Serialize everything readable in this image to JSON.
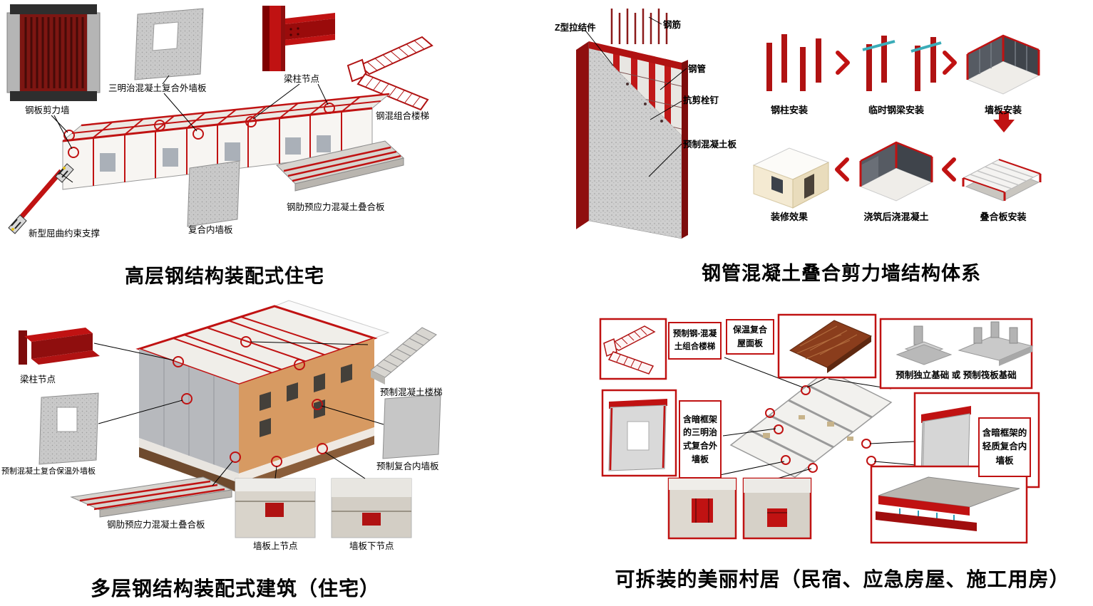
{
  "colors": {
    "accent_red": "#c01212",
    "dark_red": "#8f0e0e",
    "concrete_gray": "#c9c9c9",
    "title_black": "#000000"
  },
  "top_left": {
    "title": "高层钢结构装配式住宅",
    "labels": {
      "steel_plate_shear_wall": "钢板剪力墙",
      "sandwich_wall_panel": "三明治混凝土复合外墙板",
      "beam_column_joint": "梁柱节点",
      "stair": "钢混组合楼梯",
      "composite_slab": "钢肋预应力混凝土叠合板",
      "interior_wall_panel": "复合内墙板",
      "brace": "新型屈曲约束支撑"
    }
  },
  "top_right": {
    "title": "钢管混凝土叠合剪力墙结构体系",
    "wall_labels": {
      "z_tie": "Z型拉结件",
      "rebar": "钢筋",
      "steel_tube": "钢管",
      "shear_stud": "抗剪栓钉",
      "precast_panel": "预制混凝土板"
    },
    "steps": [
      {
        "label": "钢柱安装"
      },
      {
        "label": "临时钢梁安装"
      },
      {
        "label": "墙板安装"
      },
      {
        "label": "叠合板安装"
      },
      {
        "label": "浇筑后浇混凝土"
      },
      {
        "label": "装修效果"
      }
    ]
  },
  "bottom_left": {
    "title": "多层钢结构装配式建筑（住宅）",
    "labels": {
      "beam_column_joint": "梁柱节点",
      "exterior_wall_panel": "预制混凝土复合保温外墙板",
      "composite_slab": "钢肋预应力混凝土叠合板",
      "stair": "预制混凝土楼梯",
      "interior_wall_panel": "预制复合内墙板",
      "wall_top_joint": "墙板上节点",
      "wall_bottom_joint": "墙板下节点"
    }
  },
  "bottom_right": {
    "title": "可拆装的美丽村居（民宿、应急房屋、施工用房）",
    "labels": {
      "stair": "预制钢-混凝土组合楼梯",
      "roof_panel": "保温复合屋面板",
      "foundation": "预制独立基础  或  预制筏板基础",
      "exterior_wall": "含暗框架的三明治式复合外墙板",
      "interior_wall": "含暗框架的轻质复合内墙板"
    }
  }
}
